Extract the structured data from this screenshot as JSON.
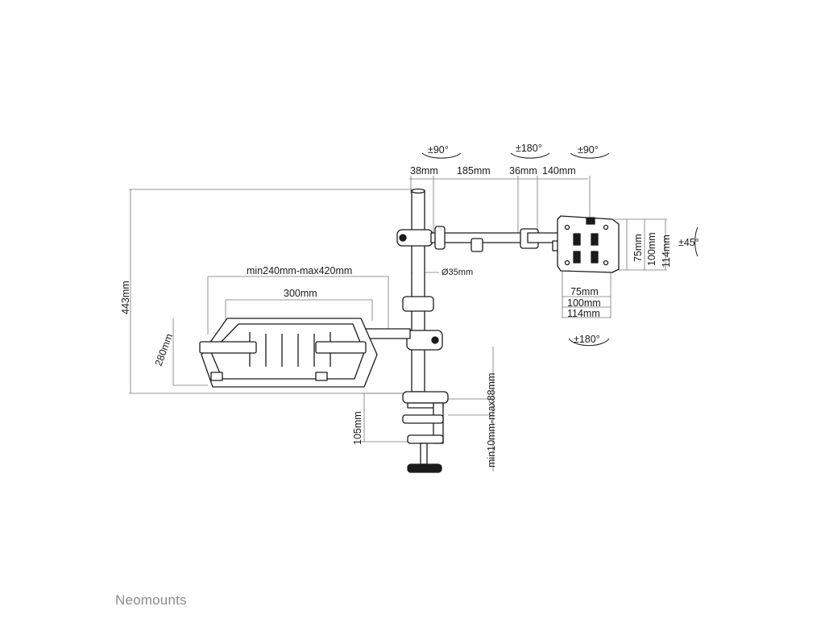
{
  "brand": "Neomounts",
  "dimensions": {
    "arm_38": "38mm",
    "arm_185": "185mm",
    "arm_36": "36mm",
    "arm_140": "140mm",
    "pole_height": "443mm",
    "pole_diameter": "Ø35mm",
    "tray_range": "min240mm-max420mm",
    "tray_width": "300mm",
    "tray_depth": "280mm",
    "clamp_height": "105mm",
    "clamp_range": "min10mm-max88mm",
    "vesa_h_75": "75mm",
    "vesa_h_100": "100mm",
    "vesa_h_114": "114mm",
    "vesa_v_75": "75mm",
    "vesa_v_100": "100mm",
    "vesa_v_114": "114mm"
  },
  "rotations": {
    "arm1": "±90°",
    "arm2": "±180°",
    "head": "±90°",
    "tilt": "±45°",
    "rotate": "±180°"
  },
  "colors": {
    "line": "#1a1a1a",
    "dimline": "#777777",
    "brand": "#8a8a8a"
  }
}
